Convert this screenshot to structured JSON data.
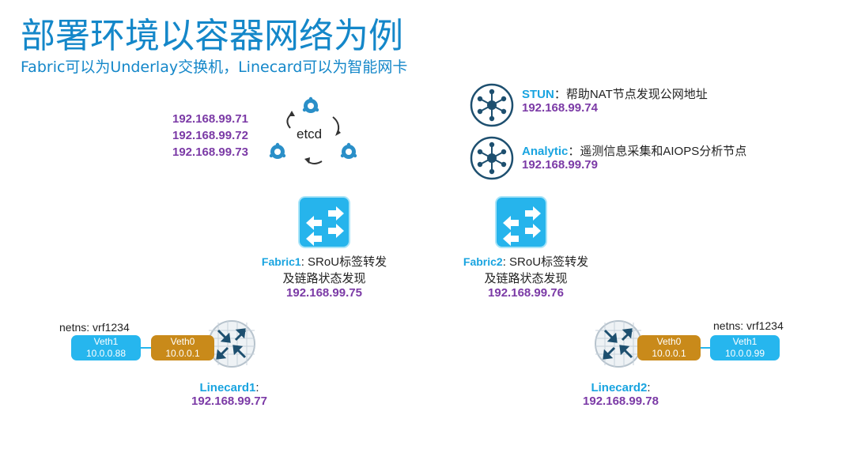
{
  "title": "部署环境以容器网络为例",
  "subtitle": "Fabric可以为Underlay交换机，Linecard可以为智能网卡",
  "etcd": {
    "label": "etcd",
    "ips": [
      "192.168.99.71",
      "192.168.99.72",
      "192.168.99.73"
    ]
  },
  "stun": {
    "name": "STUN",
    "desc": "：帮助NAT节点发现公网地址",
    "ip": "192.168.99.74",
    "icon": "hub-icon"
  },
  "analytic": {
    "name": "Analytic",
    "desc": "：遥测信息采集和AIOPS分析节点",
    "ip": "192.168.99.79",
    "icon": "hub-icon"
  },
  "fabric1": {
    "name": "Fabric1",
    "desc1": ": SRoU标签转发",
    "desc2": "及链路状态发现",
    "ip": "192.168.99.75",
    "icon": "switch-icon"
  },
  "fabric2": {
    "name": "Fabric2",
    "desc1": ": SRoU标签转发",
    "desc2": "及链路状态发现",
    "ip": "192.168.99.76",
    "icon": "switch-icon"
  },
  "linecard1": {
    "name": "Linecard1",
    "colon": ":",
    "ip": "192.168.99.77",
    "netns": "netns: vrf1234",
    "veth1": {
      "label": "Veth1",
      "ip": "10.0.0.88"
    },
    "veth0": {
      "label": "Veth0",
      "ip": "10.0.0.1"
    },
    "icon": "router-icon"
  },
  "linecard2": {
    "name": "Linecard2",
    "colon": ":",
    "ip": "192.168.99.78",
    "netns": "netns: vrf1234",
    "veth1": {
      "label": "Veth1",
      "ip": "10.0.0.99"
    },
    "veth0": {
      "label": "Veth0",
      "ip": "10.0.0.1"
    },
    "icon": "router-icon"
  },
  "colors": {
    "title": "#1487c9",
    "name": "#19a4e0",
    "ip": "#7b3aa6",
    "veth1": "#26b6ee",
    "veth0": "#c98a1a"
  }
}
